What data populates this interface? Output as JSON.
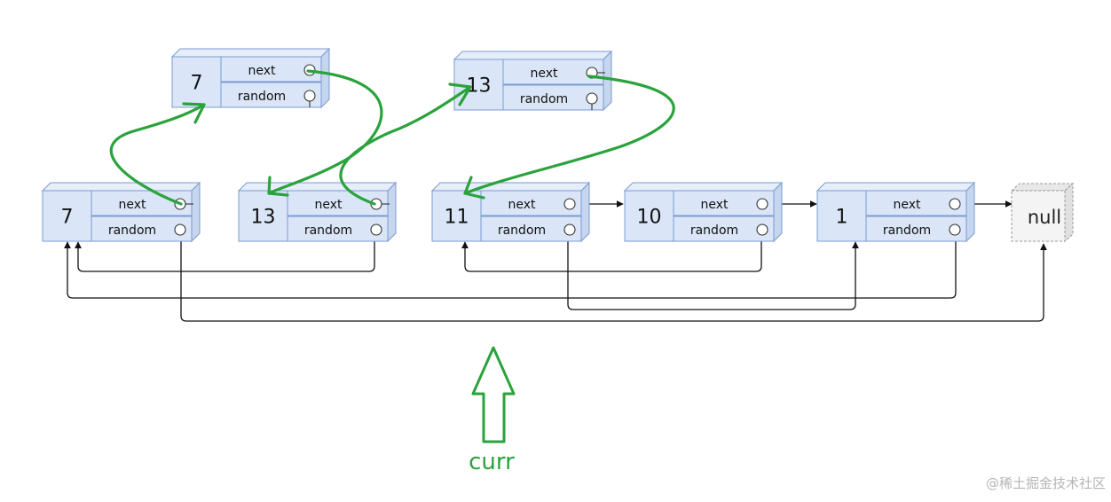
{
  "nodes": [
    {
      "id": "n7",
      "value": "7"
    },
    {
      "id": "n13",
      "value": "13"
    },
    {
      "id": "n11",
      "value": "11"
    },
    {
      "id": "n10",
      "value": "10"
    },
    {
      "id": "n1",
      "value": "1"
    },
    {
      "id": "c7",
      "value": "7"
    },
    {
      "id": "c13",
      "value": "13"
    }
  ],
  "field_next": "next",
  "field_random": "random",
  "null_label": "null",
  "pointer_label": "curr",
  "watermark": "@稀土掘金技术社区",
  "colors": {
    "node_fill": "#dae6f7",
    "node_side": "#c5d6ee",
    "node_top": "#e6eefa",
    "node_border": "#7b9bd0",
    "arrow_black": "#111111",
    "arrow_green": "#2aa33c",
    "null_fill": "#f4f4f4",
    "null_border": "#9a9a9a"
  }
}
